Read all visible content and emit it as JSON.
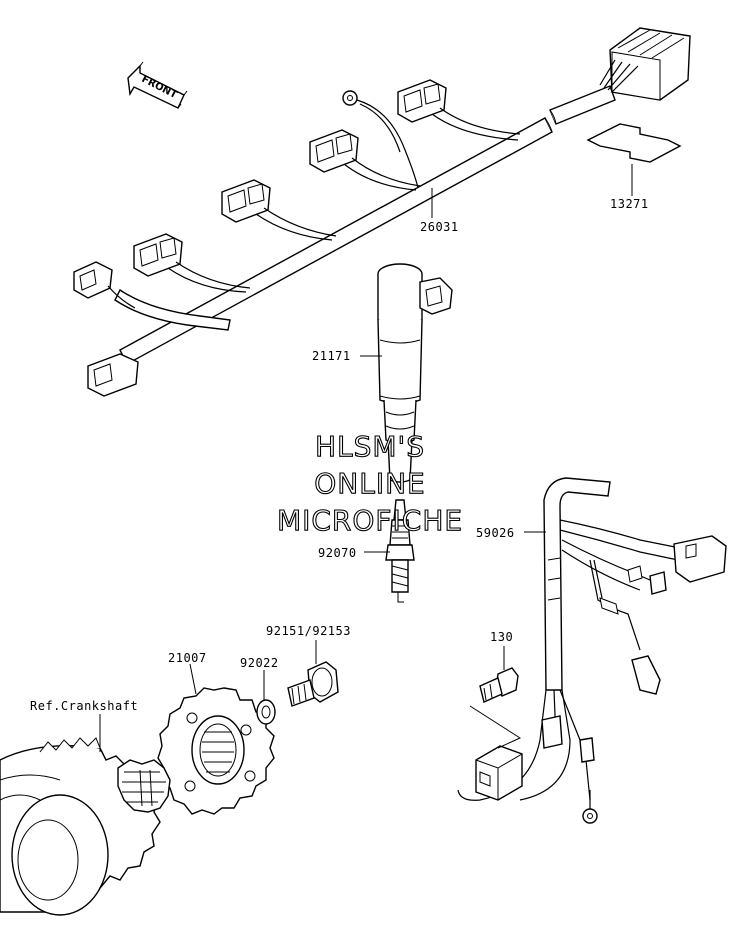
{
  "front_indicator": {
    "label": "FRONT"
  },
  "watermark": {
    "lines": [
      "HLSM'S",
      "ONLINE",
      "MICROFICHE"
    ]
  },
  "callouts": [
    {
      "id": "26031"
    },
    {
      "id": "13271"
    },
    {
      "id": "21171"
    },
    {
      "id": "59026"
    },
    {
      "id": "92070"
    },
    {
      "id": "92151/92153"
    },
    {
      "id": "130"
    },
    {
      "id": "21007"
    },
    {
      "id": "92022"
    },
    {
      "id": "Ref.Crankshaft"
    }
  ],
  "colors": {
    "line": "#000000",
    "background": "#ffffff"
  }
}
